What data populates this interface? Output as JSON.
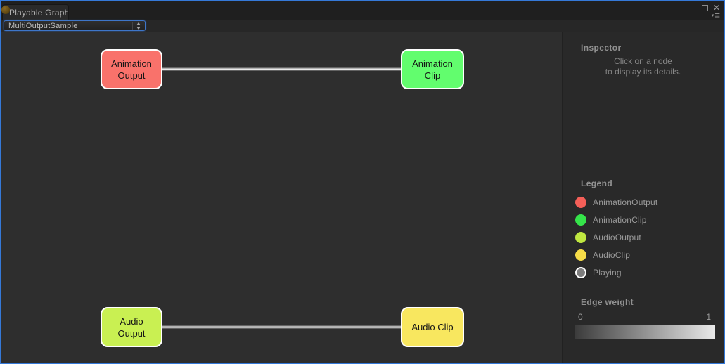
{
  "colors": {
    "window_border": "#3579d8"
  },
  "window": {
    "tab_title": "Playable Graph"
  },
  "icons": {
    "close": "✕",
    "menu_triangle": "▾",
    "menu_lines": "≡"
  },
  "toolbar": {
    "graph_selector": {
      "value": "MultiOutputSample"
    }
  },
  "graph": {
    "nodes": [
      {
        "id": "animation-output",
        "label": "Animation Output",
        "color": "#f9726b"
      },
      {
        "id": "animation-clip",
        "label": "Animation Clip",
        "color": "#62fd6e"
      },
      {
        "id": "audio-output",
        "label": "Audio Output",
        "color": "#c9f052"
      },
      {
        "id": "audio-clip",
        "label": "Audio Clip",
        "color": "#f8e75f"
      }
    ],
    "edges": [
      {
        "from": "animation-output",
        "to": "animation-clip",
        "weight": 1
      },
      {
        "from": "audio-output",
        "to": "audio-clip",
        "weight": 1
      }
    ]
  },
  "inspector": {
    "title": "Inspector",
    "placeholder_line1": "Click on a node",
    "placeholder_line2": "to display its details."
  },
  "legend": {
    "title": "Legend",
    "items": [
      {
        "label": "AnimationOutput",
        "color": "#f45f58"
      },
      {
        "label": "AnimationClip",
        "color": "#35e44a"
      },
      {
        "label": "AudioOutput",
        "color": "#bfe740"
      },
      {
        "label": "AudioClip",
        "color": "#f6dc48"
      },
      {
        "label": "Playing",
        "color": "#7e7e7e"
      }
    ]
  },
  "edge_weight": {
    "title": "Edge weight",
    "min_label": "0",
    "max_label": "1",
    "gradient_css": "linear-gradient(to right, #3b3b3b, #e9e9e9)"
  }
}
